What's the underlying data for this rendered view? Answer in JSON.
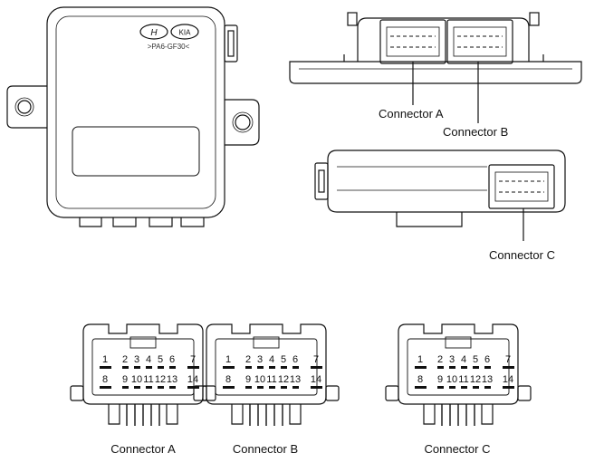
{
  "module": {
    "part_number": ">PA6-GF30<"
  },
  "callouts": {
    "a": "Connector A",
    "b": "Connector B",
    "c": "Connector C"
  },
  "captions": {
    "a": "Connector A",
    "b": "Connector B",
    "c": "Connector C"
  },
  "connectors": [
    {
      "id": "a",
      "top_pins": [
        "1",
        "2",
        "3",
        "4",
        "5",
        "6",
        "7"
      ],
      "bottom_pins": [
        "8",
        "9",
        "10",
        "11",
        "12",
        "13",
        "14"
      ]
    },
    {
      "id": "b",
      "top_pins": [
        "1",
        "2",
        "3",
        "4",
        "5",
        "6",
        "7"
      ],
      "bottom_pins": [
        "8",
        "9",
        "10",
        "11",
        "12",
        "13",
        "14"
      ]
    },
    {
      "id": "c",
      "top_pins": [
        "1",
        "2",
        "3",
        "4",
        "5",
        "6",
        "7"
      ],
      "bottom_pins": [
        "8",
        "9",
        "10",
        "11",
        "12",
        "13",
        "14"
      ]
    }
  ]
}
